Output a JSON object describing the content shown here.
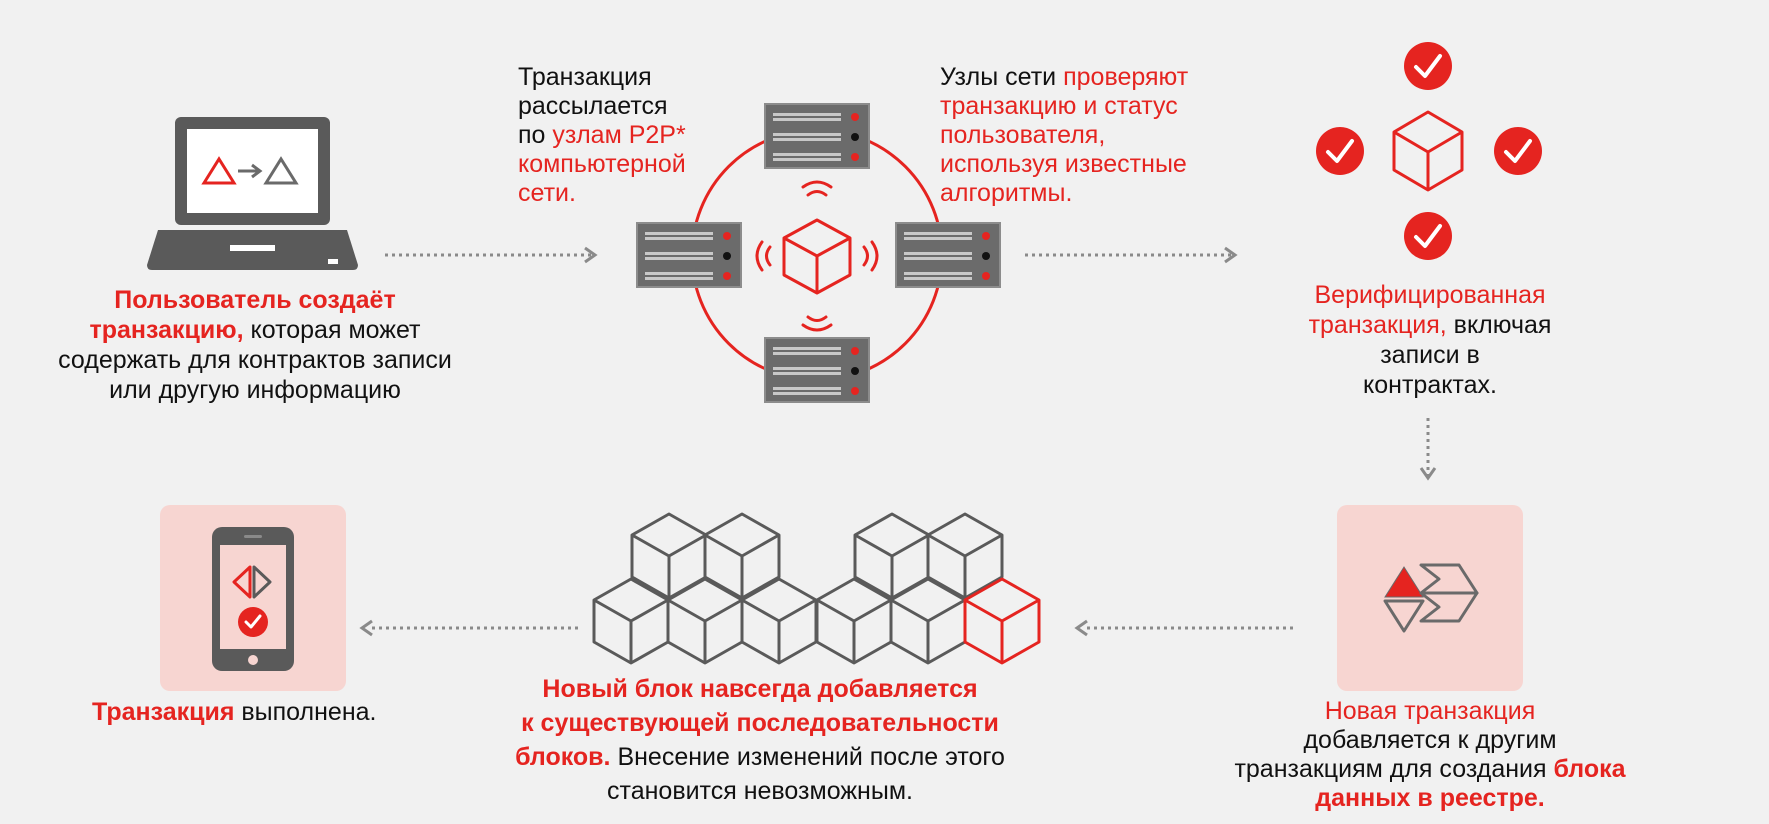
{
  "step1": {
    "l1": "Пользователь создаёт",
    "l2_red": "транзакцию,",
    "l2_rest": " которая может",
    "l3": "содержать для контрактов записи",
    "l4": "или другую информацию"
  },
  "step2": {
    "l1": "Транзакция",
    "l2": "рассылается",
    "l3_pre": "по ",
    "l3_red": "узлам P2P*",
    "l4_red": "компьютерной",
    "l5_red": "сети."
  },
  "step3": {
    "l1_pre": "Узлы сети ",
    "l1_red": "проверяют",
    "l2_red": "транзакцию и статус",
    "l3_red": "пользователя,",
    "l4_red": "используя известные",
    "l5_red": "алгоритмы."
  },
  "step4": {
    "l1_red": "Верифицированная",
    "l2_red": "транзакция,",
    "l2_rest": " включая",
    "l3": "записи в",
    "l4": "контрактах."
  },
  "step5": {
    "l1_red": "Новая транзакция",
    "l2": "добавляется к другим",
    "l3_pre": "транзакциям для создания ",
    "l3_red": "блока",
    "l4_red": "данных в реестре."
  },
  "step6": {
    "l1": "Новый блок навсегда добавляется",
    "l2": "к существующей последовательности",
    "l3_red": "блоков.",
    "l3_rest": " Внесение изменений после этого",
    "l4": "становится невозможным."
  },
  "step7": {
    "l1_red": "Транзакция",
    "l1_rest": " выполнена."
  },
  "colors": {
    "accent": "#e52420",
    "device": "#5a5a5a",
    "tile": "#f7d5d1",
    "arrow": "#8a8a8a",
    "background": "#f1f1f1"
  }
}
